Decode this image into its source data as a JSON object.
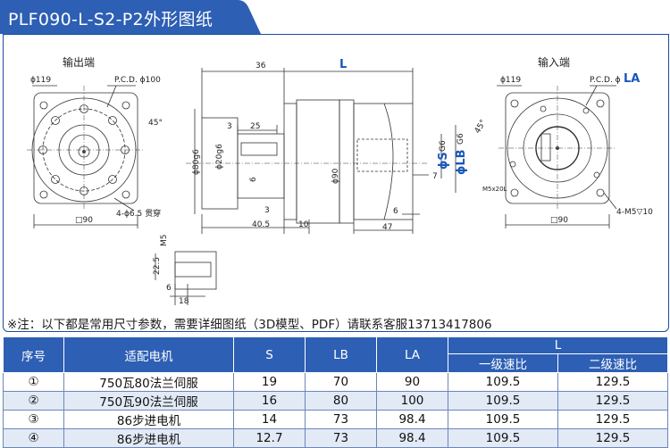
{
  "title": "PLF090-L-S2-P2外形图纸",
  "colors": {
    "brand": "#2d5fb4",
    "accent_text": "#1a57b8",
    "row_alt": "#e2eaf6"
  },
  "drawing": {
    "output_label": "输出端",
    "input_label": "输入端",
    "out_dia": "ϕ119",
    "out_pcd": "P.C.D. ϕ100",
    "out_holes": "4-ϕ6.5 贯穿",
    "out_sq": "□90",
    "out_angle": "45°",
    "side_L": "L",
    "side_36": "36",
    "side_25": "25",
    "side_3a": "3",
    "side_3b": "3",
    "side_d80": "ϕ80g6",
    "side_d20": "ϕ20g6",
    "side_6a": "6",
    "side_d90": "ϕ90",
    "side_7": "7",
    "side_6b": "6",
    "side_405": "40.5",
    "side_10": "10",
    "side_47": "47",
    "side_S": "ϕS",
    "side_Sg6": "G6",
    "side_LB": "ϕLB",
    "side_LBg6": "G6",
    "in_dia": "ϕ119",
    "in_pcd": "P.C.D. ϕ",
    "in_pcd_la": "LA",
    "in_angle": "45°",
    "in_m5": "M5x20L",
    "in_holes": "4-M5▽10",
    "in_sq": "□90",
    "key_m5": "M5",
    "key_225": "22.5",
    "key_6": "6",
    "key_18": "18"
  },
  "note": "※注：以下都是常用尺寸参数，需要详细图纸（3D模型、PDF）请联系客服13713417806",
  "table": {
    "headers": {
      "no": "序号",
      "motor": "适配电机",
      "s": "S",
      "lb": "LB",
      "la": "LA",
      "l": "L",
      "l1": "一级速比",
      "l2": "二级速比"
    },
    "rows": [
      {
        "no": "①",
        "motor": "750瓦80法兰伺服",
        "s": "19",
        "lb": "70",
        "la": "90",
        "l1": "109.5",
        "l2": "129.5"
      },
      {
        "no": "②",
        "motor": "750瓦90法兰伺服",
        "s": "16",
        "lb": "80",
        "la": "100",
        "l1": "109.5",
        "l2": "129.5"
      },
      {
        "no": "③",
        "motor": "86步进电机",
        "s": "14",
        "lb": "73",
        "la": "98.4",
        "l1": "109.5",
        "l2": "129.5"
      },
      {
        "no": "④",
        "motor": "86步进电机",
        "s": "12.7",
        "lb": "73",
        "la": "98.4",
        "l1": "109.5",
        "l2": "129.5"
      }
    ]
  }
}
